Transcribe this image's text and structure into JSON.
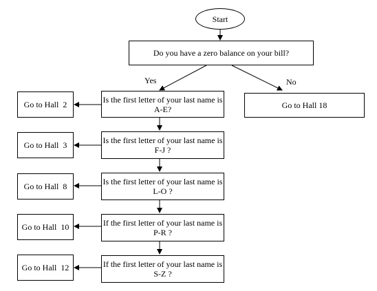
{
  "diagram": {
    "start": "Start",
    "question_balance": "Do you have a zero balance on your bill?",
    "yes_label": "Yes",
    "no_label": "No",
    "no_result": "Go to Hall 18",
    "rows": [
      {
        "question_line1": "Is the first letter of your last name is",
        "question_line2": "A-E?",
        "result": "Go to Hall  2"
      },
      {
        "question_line1": "Is the first letter of your last name is",
        "question_line2": "F-J ?",
        "result": "Go to Hall  3"
      },
      {
        "question_line1": "Is the first letter of your last name is",
        "question_line2": "L-O ?",
        "result": "Go to Hall  8"
      },
      {
        "question_line1": "If the first letter of your last name is",
        "question_line2": "P-R ?",
        "result": "Go to Hall  10"
      },
      {
        "question_line1": "If the first letter of your last name is",
        "question_line2": "S-Z ?",
        "result": "Go to Hall  12"
      }
    ]
  }
}
